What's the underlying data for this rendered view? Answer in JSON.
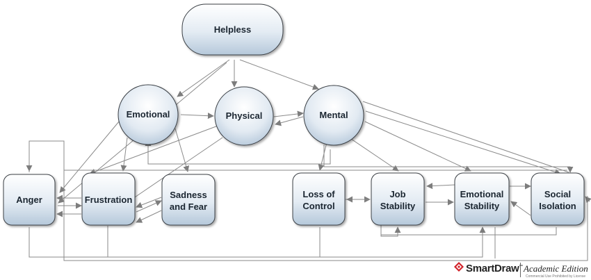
{
  "diagram": {
    "nodes": {
      "helpless": {
        "label": "Helpless",
        "shape": "rounded"
      },
      "emotional": {
        "label": "Emotional",
        "shape": "circle"
      },
      "physical": {
        "label": "Physical",
        "shape": "circle"
      },
      "mental": {
        "label": "Mental",
        "shape": "circle"
      },
      "anger": {
        "label": "Anger",
        "shape": "rounded"
      },
      "frustration": {
        "label": "Frustration",
        "shape": "rounded"
      },
      "sadness_and_fear": {
        "label_line1": "Sadness",
        "label_line2": "and Fear",
        "shape": "rounded"
      },
      "loss_of_control": {
        "label_line1": "Loss of",
        "label_line2": "Control",
        "shape": "rounded"
      },
      "job_stability": {
        "label_line1": "Job",
        "label_line2": "Stability",
        "shape": "rounded"
      },
      "emotional_stability": {
        "label_line1": "Emotional",
        "label_line2": "Stability",
        "shape": "rounded"
      },
      "social_isolation": {
        "label_line1": "Social",
        "label_line2": "Isolation",
        "shape": "rounded"
      }
    },
    "colors": {
      "node_fill_top": "#ffffff",
      "node_fill_bottom": "#b9cbdc",
      "node_stroke": "#3a3f45",
      "edge": "#8a8a8a"
    }
  },
  "watermark": {
    "brand": "SmartDraw",
    "trademark": "™",
    "edition": "Academic Edition",
    "fine_print": "Commercial Use Prohibited by License",
    "logo_icon": "smartdraw-logo-icon",
    "logo_color": "#d2232a"
  }
}
